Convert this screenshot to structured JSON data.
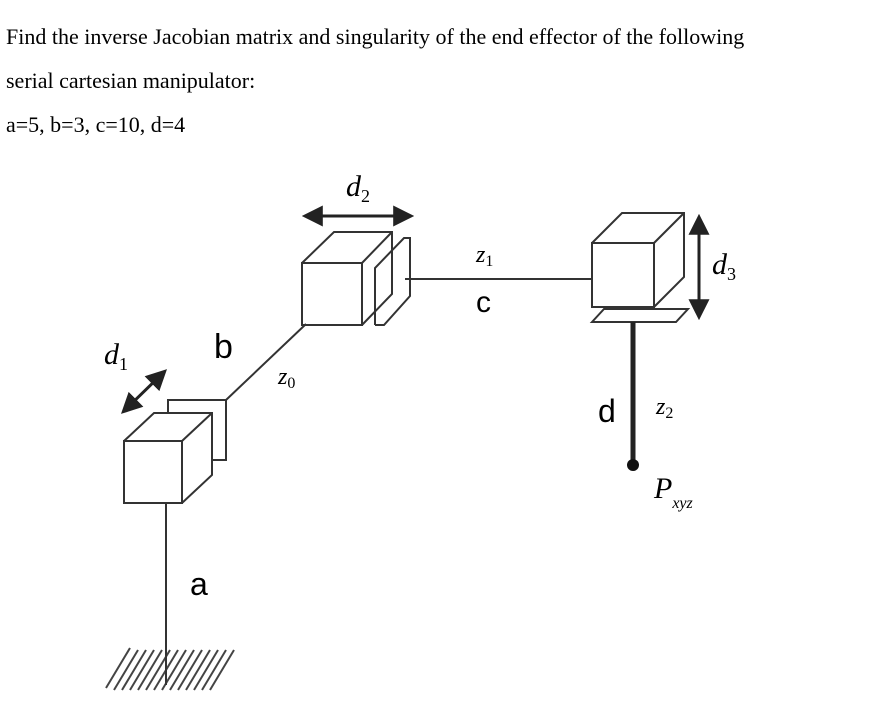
{
  "problem": {
    "line1": "Find the inverse Jacobian matrix and singularity of the end effector of the following",
    "line2": "serial cartesian manipulator:",
    "params": "a=5, b=3, c=10, d=4"
  },
  "diagram": {
    "labels": {
      "a": "a",
      "b": "b",
      "c": "c",
      "d": "d",
      "d1_base": "d",
      "d1_sub": "1",
      "d2_base": "d",
      "d2_sub": "2",
      "d3_base": "d",
      "d3_sub": "3",
      "z0_base": "z",
      "z0_sub": "0",
      "z1_base": "z",
      "z1_sub": "1",
      "z2_base": "z",
      "z2_sub": "2",
      "p_base": "P",
      "p_sub": "xyz"
    }
  }
}
